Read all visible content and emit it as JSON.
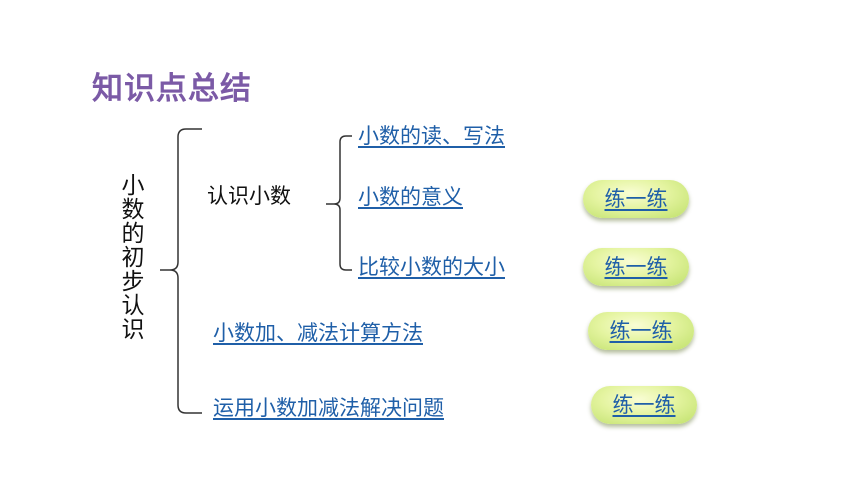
{
  "title": "知识点总结",
  "root": "小数的初步认识",
  "mid": "认识小数",
  "links": {
    "read_write": "小数的读、写法",
    "meaning": "小数的意义",
    "compare": "比较小数的大小",
    "add_sub": "小数加、减法计算方法",
    "solve": "运用小数加减法解决问题"
  },
  "practice_label": "练一练"
}
